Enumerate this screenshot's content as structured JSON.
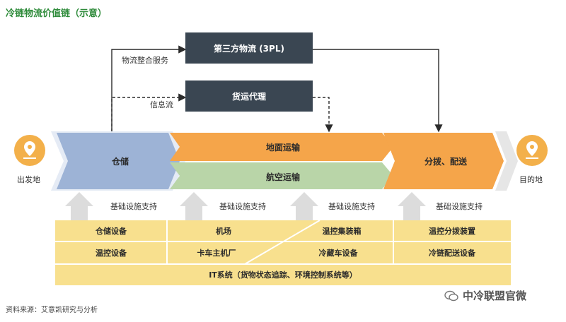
{
  "title": "冷链物流价值链（示意）",
  "providers": {
    "tpl": "第三方物流 (3PL)",
    "freight": "货运代理",
    "service_label": "物流整合服务",
    "info_label": "信息流"
  },
  "endpoints": {
    "origin": "出发地",
    "destination": "目的地"
  },
  "stages": {
    "storage": "仓储",
    "ground": "地面运输",
    "air": "航空运输",
    "distribution": "分拨、配送"
  },
  "infra_label": "基础设施支持",
  "grid": {
    "row1": [
      "仓储设备",
      "机场",
      "温控集装箱",
      "温控分拨装置"
    ],
    "row2": [
      "温控设备",
      "卡车主机厂",
      "冷藏车设备",
      "冷链配送设备"
    ],
    "it": "IT系统（货物状态追踪、环境控制系统等）"
  },
  "source": "资料来源：艾意凯研究与分析",
  "watermark": "中冷联盟官微",
  "colors": {
    "dark_box": "#3a4652",
    "blue_chevron": "#9db3d6",
    "orange": "#f5a54a",
    "green": "#b9d5a8",
    "yellow": "#f8e08e",
    "pin": "#f3b04a"
  }
}
